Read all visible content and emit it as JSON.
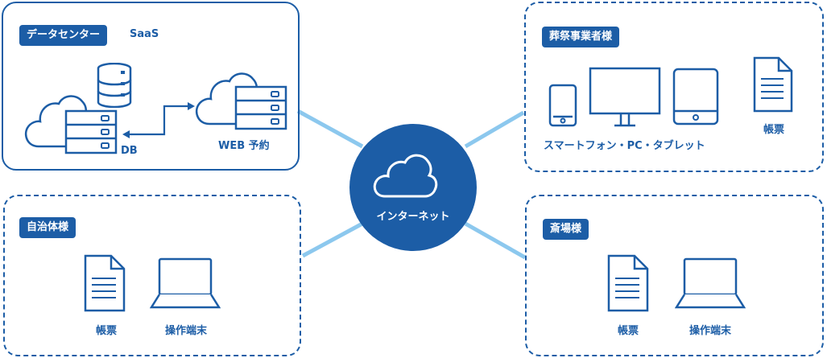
{
  "hub": {
    "label": "インターネット"
  },
  "datacenter": {
    "tag": "データセンター",
    "subtag": "SaaS",
    "db_label": "DB",
    "web_label": "WEB 予約"
  },
  "funeral_business": {
    "tag": "葬祭事業者様",
    "devices_label": "スマートフォン・PC・タブレット",
    "form_label": "帳票"
  },
  "municipality": {
    "tag": "自治体様",
    "form_label": "帳票",
    "terminal_label": "操作端末"
  },
  "crematorium": {
    "tag": "斎場様",
    "form_label": "帳票",
    "terminal_label": "操作端末"
  },
  "icons": [
    "cloud-icon",
    "database-icon",
    "server-icon",
    "smartphone-icon",
    "monitor-icon",
    "tablet-icon",
    "document-icon",
    "laptop-icon"
  ],
  "colors": {
    "primary": "#1c5da6",
    "connector": "#8cc8ee",
    "hub": "#1c5da6"
  }
}
